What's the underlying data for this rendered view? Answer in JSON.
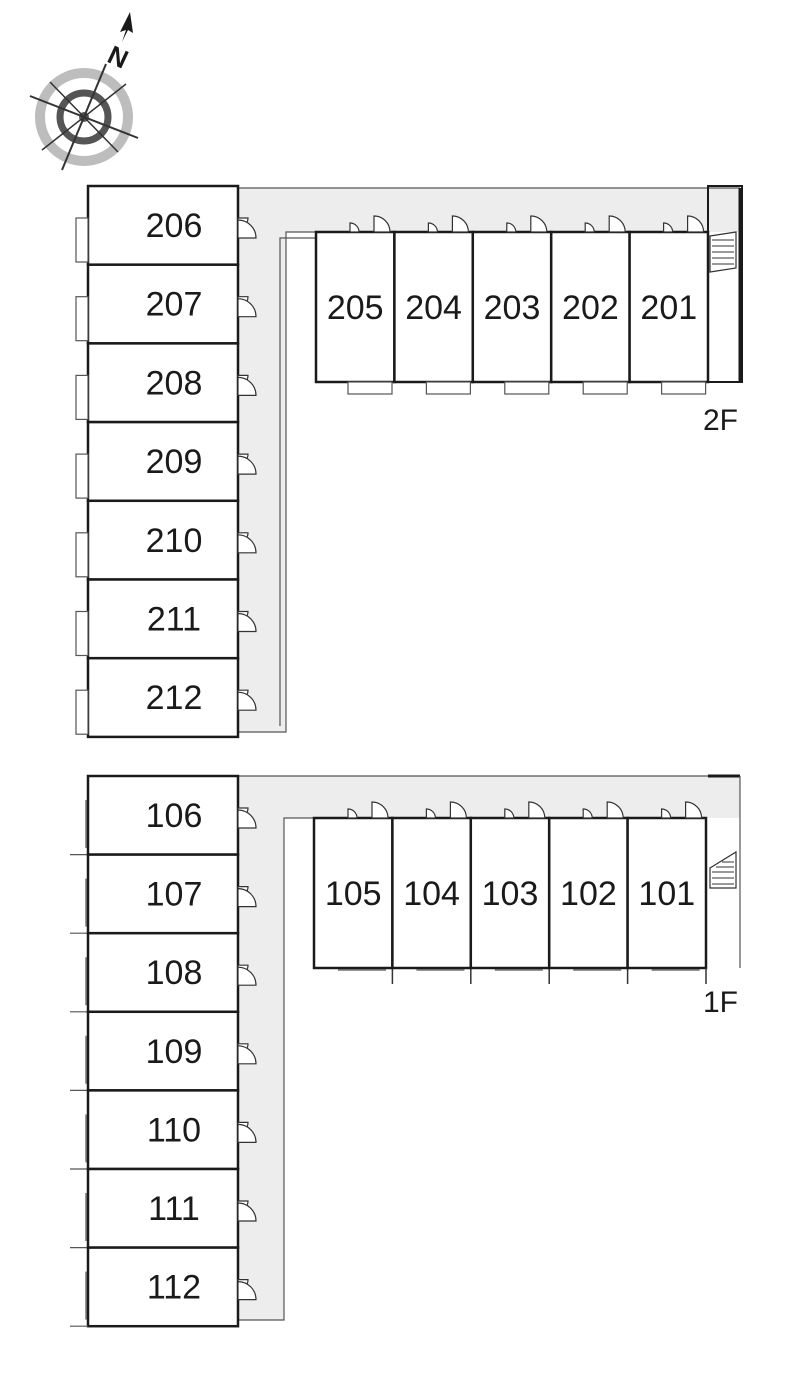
{
  "compass": {
    "north_letter": "N",
    "icon": "compass-rose-icon"
  },
  "floors": [
    {
      "id": "2F",
      "label": "2F",
      "vertical_units": [
        "206",
        "207",
        "208",
        "209",
        "210",
        "211",
        "212"
      ],
      "horizontal_units": [
        "205",
        "204",
        "203",
        "202",
        "201"
      ]
    },
    {
      "id": "1F",
      "label": "1F",
      "vertical_units": [
        "106",
        "107",
        "108",
        "109",
        "110",
        "111",
        "112"
      ],
      "horizontal_units": [
        "105",
        "104",
        "103",
        "102",
        "101"
      ]
    }
  ],
  "colors": {
    "line": "#1a1a1a",
    "corridor": "#ededed"
  }
}
